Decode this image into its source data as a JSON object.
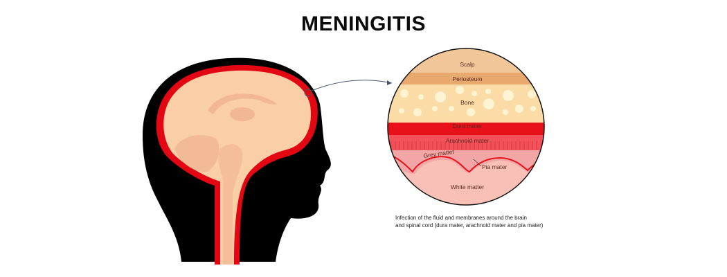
{
  "title": "MENINGITIS",
  "diagram": {
    "layers": [
      {
        "label": "Scalp",
        "color": "#f1c79a"
      },
      {
        "label": "Periosteum",
        "color": "#e8a86e"
      },
      {
        "label": "Bone",
        "color": "#fbdca6"
      },
      {
        "label": "Dura mater",
        "color": "#e8111a"
      },
      {
        "label": "Arachnoid mater",
        "color": "#f4525a"
      },
      {
        "label": "Grey matter",
        "color": "#f3a6a6"
      },
      {
        "label": "Pia mater",
        "color": "#e8111a"
      },
      {
        "label": "White matter",
        "color": "#f8c0b6"
      }
    ],
    "caption_line1": "Infection of the fluid and membranes around the brain",
    "caption_line2": "and spinal cord (dura mater, arachnoid mater and pia mater)"
  },
  "colors": {
    "head": "#000000",
    "meninges": "#e30613",
    "brain": "#fbcfa6",
    "brain_shade": "#f0b090",
    "arrow": "#4a5568"
  }
}
